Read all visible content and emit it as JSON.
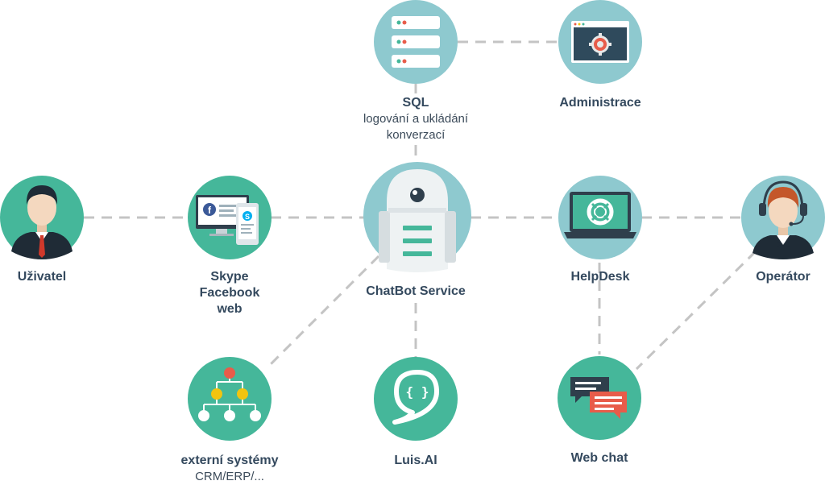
{
  "nodes": {
    "sql": {
      "title": "SQL",
      "subtitle_line1": "logování a ukládání",
      "subtitle_line2": "konverzací"
    },
    "admin": {
      "title": "Administrace"
    },
    "user": {
      "title": "Uživatel"
    },
    "channels": {
      "line1": "Skype",
      "line2": "Facebook",
      "line3": "web"
    },
    "chatbot": {
      "title": "ChatBot Service"
    },
    "helpdesk": {
      "title": "HelpDesk"
    },
    "operator": {
      "title": "Operátor"
    },
    "external": {
      "title": "externí systémy",
      "subtitle": "CRM/ERP/..."
    },
    "luis": {
      "title": "Luis.AI"
    },
    "webchat": {
      "title": "Web chat"
    }
  },
  "colors": {
    "green": "#45b79a",
    "blue": "#8ec9cf",
    "connector": "#c4c4c4",
    "text": "#34495e"
  },
  "icons": {
    "sql": "server-stack-icon",
    "admin": "browser-gear-icon",
    "user": "businessman-icon",
    "channels": "devices-social-icon",
    "chatbot": "robot-icon",
    "helpdesk": "laptop-lifebuoy-icon",
    "operator": "headset-operator-icon",
    "external": "org-tree-icon",
    "luis": "luis-logo-icon",
    "webchat": "chat-bubbles-icon"
  }
}
